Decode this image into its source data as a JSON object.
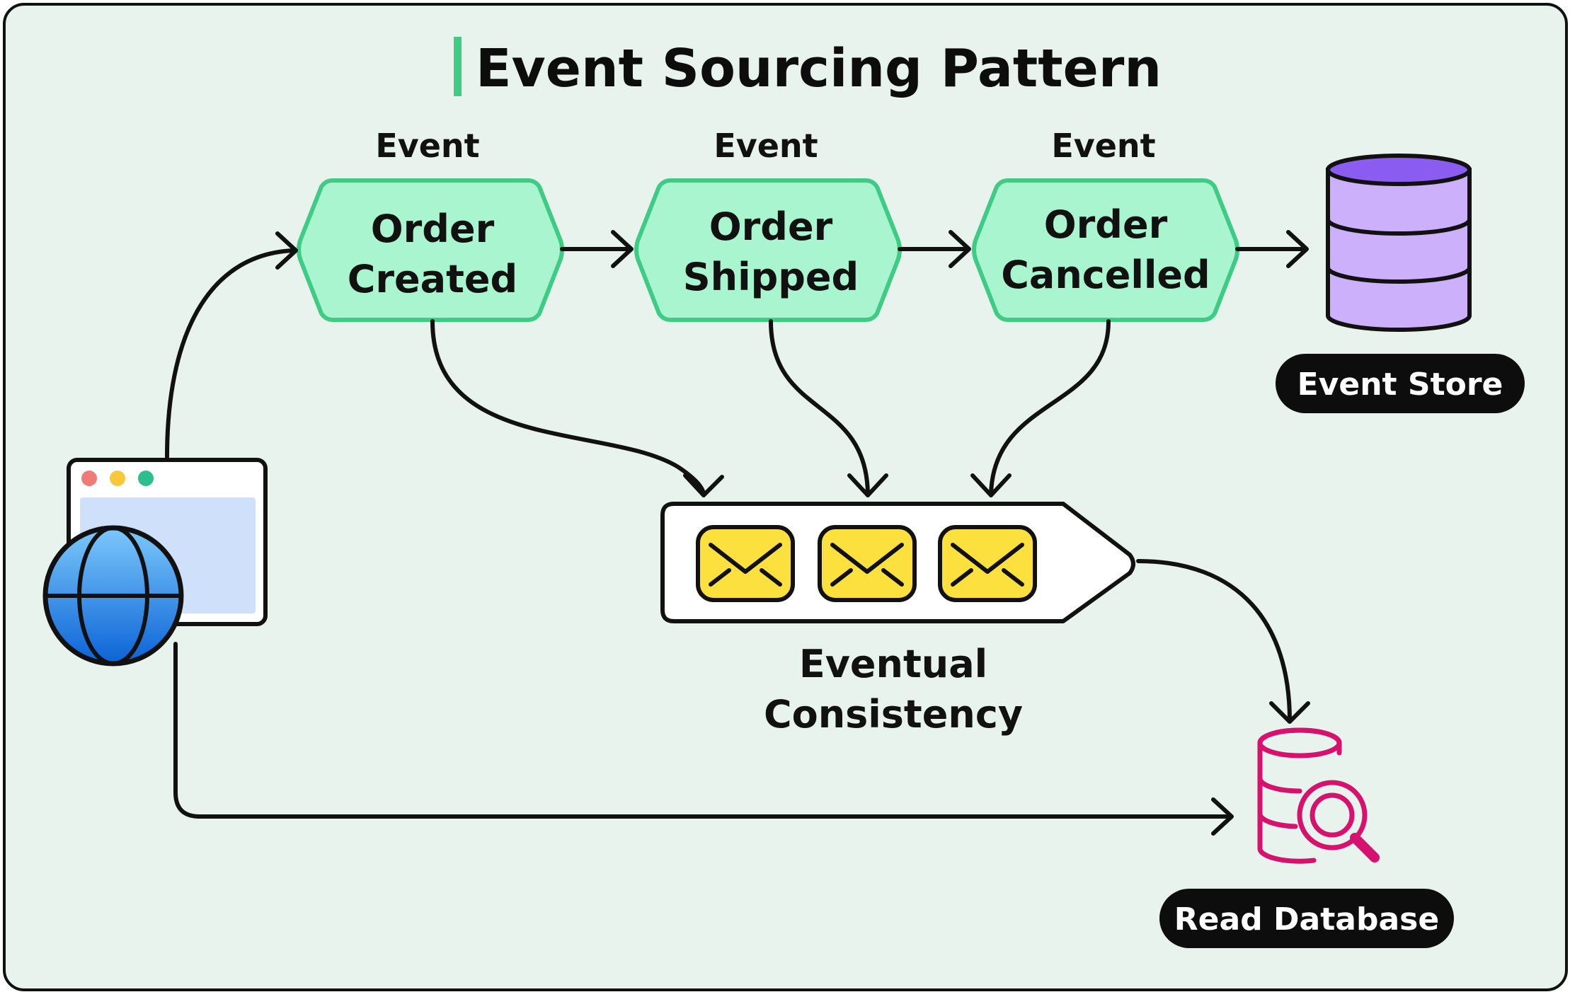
{
  "title": "Event Sourcing Pattern",
  "events": [
    {
      "caption": "Event",
      "line1": "Order",
      "line2": "Created"
    },
    {
      "caption": "Event",
      "line1": "Order",
      "line2": "Shipped"
    },
    {
      "caption": "Event",
      "line1": "Order",
      "line2": "Cancelled"
    }
  ],
  "event_store": {
    "label": "Event Store",
    "icon": "database-icon"
  },
  "queue": {
    "line1": "Eventual",
    "line2": "Consistency",
    "icon": "message-envelope-icon"
  },
  "read_database": {
    "label": "Read Database",
    "icon": "database-search-icon"
  },
  "client": {
    "icon": "web-browser-globe-icon"
  },
  "colors": {
    "background": "#e8f3ee",
    "event_fill": "#a8f5cf",
    "event_stroke": "#3ecb83",
    "accent_bar": "#3ecb83",
    "store_fill": "#cdb0fb",
    "store_top": "#8a5cf0",
    "envelope": "#fbe03e",
    "read_db": "#d6126e",
    "globe": "#1e88e5"
  }
}
